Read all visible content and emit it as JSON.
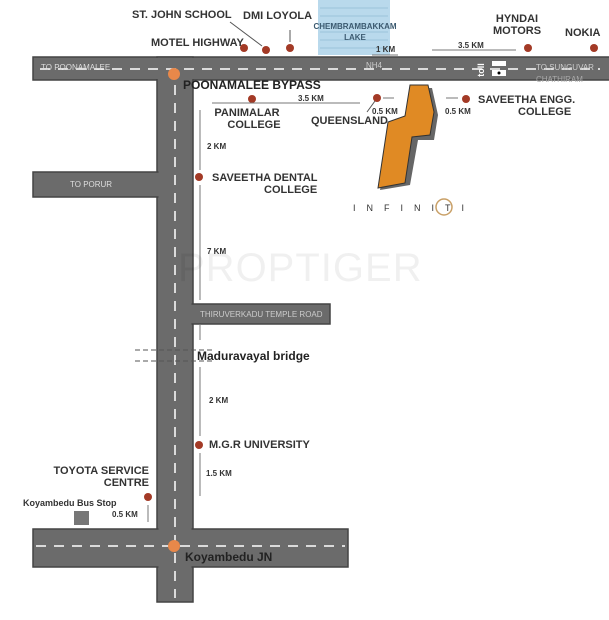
{
  "watermark": "PROPTIGER",
  "roads": {
    "to_poonamalee": "TO POONAMALEE",
    "nh4": "NH4",
    "to_sunguvar": "TO SUNGUVAR",
    "chathiram": "CHATHIRAM",
    "to_porur": "TO PORUR",
    "thiruverkadu": "THIRUVERKADU TEMPLE ROAD",
    "toll": "toll"
  },
  "junctions": {
    "poonamalee_bypass": "POONAMALEE  BYPASS",
    "koyambedu_jn": "Koyambedu JN",
    "maduravayal": "Maduravayal bridge"
  },
  "landmarks": {
    "st_john": "ST. JOHN SCHOOL",
    "dmi": "DMI LOYOLA",
    "motel": "MOTEL HIGHWAY",
    "lake1": "CHEMBRAMBAKKAM",
    "lake2": "LAKE",
    "hyndai1": "HYNDAI",
    "hyndai2": "MOTORS",
    "nokia": "NOKIA",
    "panimalar1": "PANIMALAR",
    "panimalar2": "COLLEGE",
    "queensland": "QUEENSLAND",
    "saveetha_engg1": "SAVEETHA ENGG.",
    "saveetha_engg2": "COLLEGE",
    "saveetha_dental1": "SAVEETHA DENTAL",
    "saveetha_dental2": "COLLEGE",
    "mgr": "M.G.R  UNIVERSITY",
    "toyota1": "TOYOTA SERVICE",
    "toyota2": "CENTRE",
    "bus_stop": "Koyambedu Bus Stop"
  },
  "distances": {
    "d_1km": "1 KM",
    "d_35_top": "3.5 KM",
    "d_35_panimalar": "3.5 KM",
    "d_05_queens": "0.5 KM",
    "d_05_saveetha": "0.5 KM",
    "d_2km_dental": "2 KM",
    "d_7km": "7 KM",
    "d_2km_mgr": "2 KM",
    "d_15km": "1.5 KM",
    "d_05_toyota": "0.5 KM"
  },
  "project": {
    "name": "INFINITI"
  },
  "colors": {
    "road": "#6b6b6b",
    "marker": "#a33a26",
    "junction": "#e8884a",
    "project": "#e08a24",
    "lake": "#b9d9ec"
  }
}
